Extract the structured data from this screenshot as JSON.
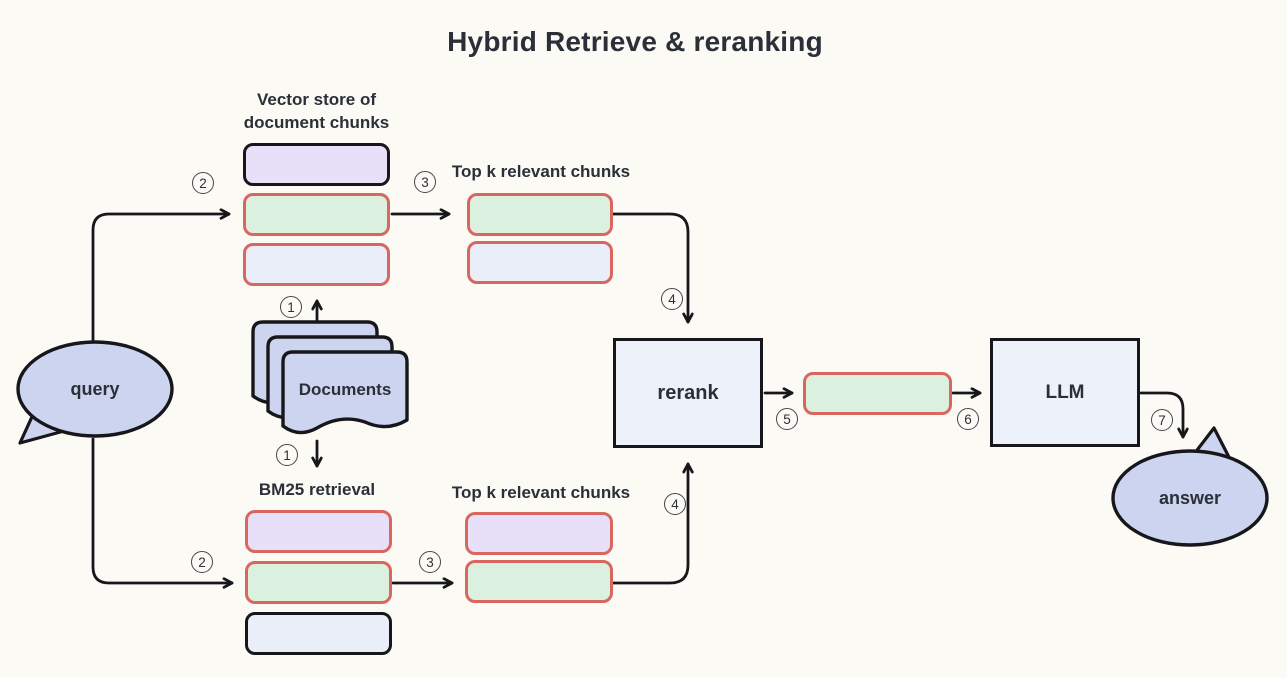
{
  "title": "Hybrid Retrieve & reranking",
  "nodes": {
    "query": {
      "label": "query"
    },
    "vector_store": {
      "label_line1": "Vector store of",
      "label_line2": "document chunks"
    },
    "documents": {
      "label": "Documents"
    },
    "bm25": {
      "label": "BM25 retrieval"
    },
    "top_k_vector": {
      "label": "Top k relevant chunks"
    },
    "top_k_bm25": {
      "label": "Top k relevant chunks"
    },
    "rerank": {
      "label": "rerank"
    },
    "llm": {
      "label": "LLM"
    },
    "answer": {
      "label": "answer"
    }
  },
  "steps": {
    "s1": "1",
    "s2": "2",
    "s3": "3",
    "s4": "4",
    "s5": "5",
    "s6": "6",
    "s7": "7"
  },
  "stacks": {
    "vector_store_chunks": [
      {
        "fill": "purple",
        "border": "black"
      },
      {
        "fill": "green",
        "border": "red"
      },
      {
        "fill": "lavender",
        "border": "red"
      }
    ],
    "top_k_vector_chunks": [
      {
        "fill": "green",
        "border": "red"
      },
      {
        "fill": "lavender",
        "border": "red"
      }
    ],
    "bm25_chunks": [
      {
        "fill": "purple",
        "border": "red"
      },
      {
        "fill": "green",
        "border": "red"
      },
      {
        "fill": "lavender",
        "border": "black"
      }
    ],
    "top_k_bm25_chunks": [
      {
        "fill": "purple",
        "border": "red"
      },
      {
        "fill": "green",
        "border": "red"
      }
    ],
    "reranked_chunk": [
      {
        "fill": "green",
        "border": "red"
      }
    ]
  },
  "colors": {
    "background": "#fbfaf5",
    "stroke": "#17171b",
    "text": "#2b2f38",
    "purple": "#e7e0f8",
    "green": "#dcf0df",
    "lavender": "#eaeef9",
    "red_border": "#d9675f",
    "bubble": "#ccd4f0",
    "box_fill": "#edf1f9"
  }
}
